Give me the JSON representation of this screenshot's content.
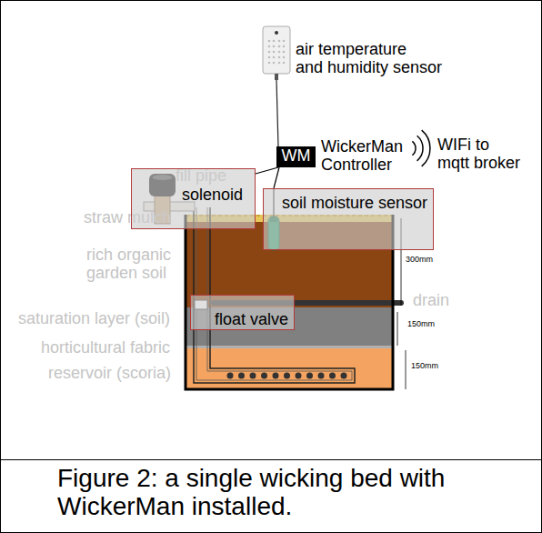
{
  "diagram": {
    "caption": "Figure 2: a single wicking bed with WickerMan installed.",
    "nodes": [
      {
        "text": [
          "WM"
        ]
      },
      {
        "text": [
          "solenoid"
        ]
      },
      {
        "text": [
          "soil moisture sensor"
        ]
      },
      {
        "text": [
          "float valve"
        ]
      }
    ],
    "edges": [
      {
        "from": 0,
        "to": 1,
        "arrow": "none"
      },
      {
        "from": 0,
        "to": 2,
        "arrow": "none"
      }
    ],
    "labels": [
      "air temperature and humidity sensor",
      "WickerMan Controller",
      "WIFi to mqtt broker",
      "fill pipe",
      "straw mulch",
      "rich organic garden soil",
      "drain",
      "saturation layer (soil)",
      "horticultural fabric",
      "reservoir (scoria)",
      "300mm",
      "150mm",
      "150mm"
    ]
  }
}
